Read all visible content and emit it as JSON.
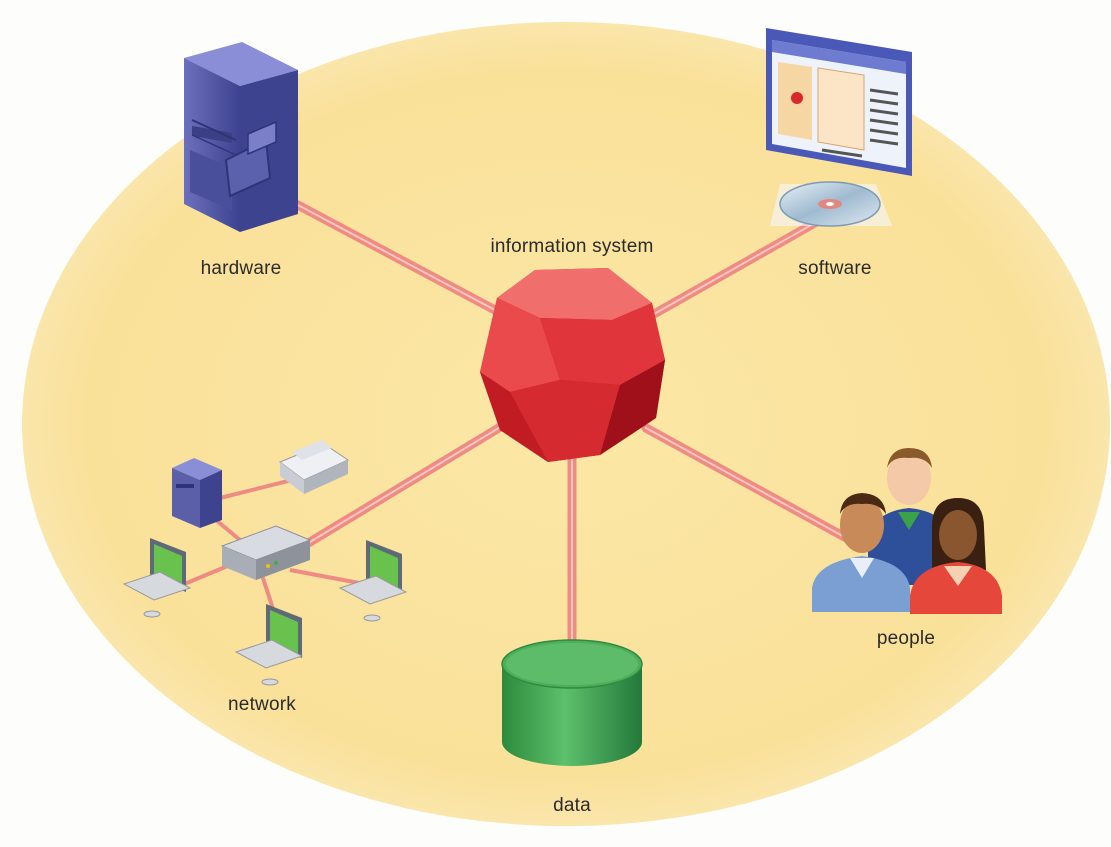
{
  "diagram": {
    "center": {
      "label": "information system"
    },
    "components": [
      {
        "id": "hardware",
        "label": "hardware",
        "icon": "server-tower-icon"
      },
      {
        "id": "software",
        "label": "software",
        "icon": "software-screen-disc-icon"
      },
      {
        "id": "network",
        "label": "network",
        "icon": "network-computers-icon"
      },
      {
        "id": "data",
        "label": "data",
        "icon": "database-cylinder-icon"
      },
      {
        "id": "people",
        "label": "people",
        "icon": "people-group-icon"
      }
    ],
    "colors": {
      "background_ellipse": "#f9e4a0",
      "connector": "#ef8b82",
      "center_node": "#d8282c",
      "database": "#3a9a4a",
      "server": "#5b5fa8"
    }
  }
}
